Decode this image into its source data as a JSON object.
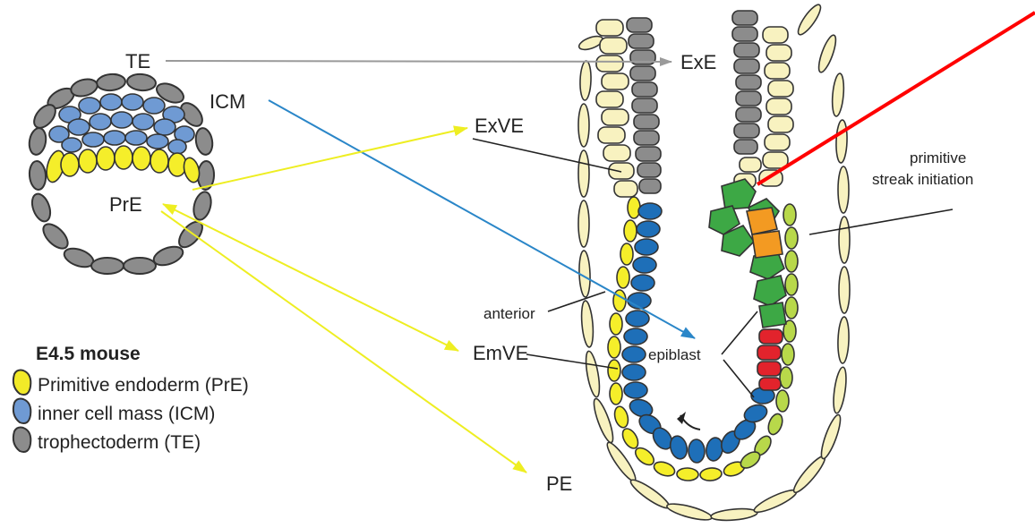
{
  "labels": {
    "te": "TE",
    "icm": "ICM",
    "pre": "PrE",
    "exe": "ExE",
    "exve": "ExVE",
    "emve": "EmVE",
    "pe": "PE",
    "anterior": "anterior",
    "epiblast": "epiblast",
    "ps_line1": "primitive",
    "ps_line2": "streak initiation"
  },
  "legend": {
    "title": "E4.5 mouse",
    "items": [
      {
        "label": "Primitive endoderm (PrE)",
        "color": "#f2ea28"
      },
      {
        "label": "inner cell mass (ICM)",
        "color": "#6f9ad3"
      },
      {
        "label": "trophectoderm (TE)",
        "color": "#8c8c8c"
      }
    ]
  },
  "colors": {
    "yellow": "#f5ee2a",
    "blue_icm": "#6f9ad3",
    "blue_epi": "#1e6fb8",
    "grey": "#8c8c8c",
    "pale": "#f8f2c0",
    "green": "#3da845",
    "lime": "#b8d84a",
    "orange": "#f39a22",
    "red": "#e2232c",
    "arrow_grey": "#9a9a9a",
    "arrow_blue": "#2a86c8",
    "arrow_yellow": "#eeee22",
    "pointer_red": "#ff0000"
  }
}
